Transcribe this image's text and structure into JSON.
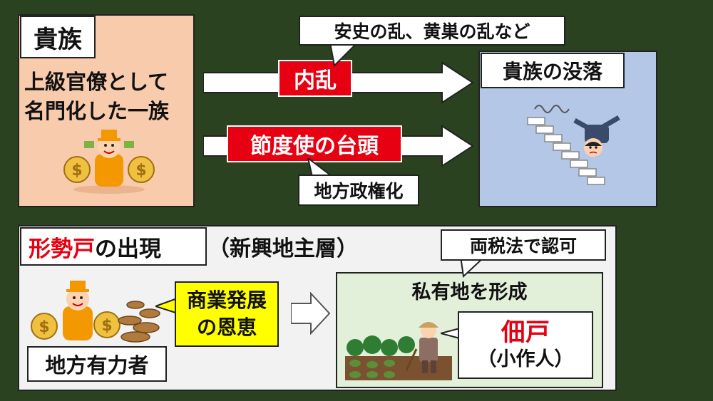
{
  "noble": {
    "title": "貴族",
    "desc_line1": "上級官僚として",
    "desc_line2": "名門化した一族"
  },
  "callouts": {
    "rebellion_note": "安史の乱、黄巣の乱など",
    "local_power": "地方政権化",
    "tax_note": "両税法で認可"
  },
  "arrows": {
    "civil_war": "内乱",
    "jiedushi": "節度使の台頭"
  },
  "decline": {
    "title": "貴族の没落"
  },
  "new_class": {
    "title_red": "形勢戸",
    "title_rest": "の出現",
    "subtitle": "（新興地主層）",
    "local_magnate": "地方有力者",
    "commerce_line1": "商業発展",
    "commerce_line2": "の恩恵",
    "private_land": "私有地を形成",
    "tenant": "佃戸",
    "tenant_sub": "（小作人）"
  },
  "colors": {
    "background": "#2b4221",
    "noble_panel": "#f8cbad",
    "decline_panel": "#b4c7e7",
    "new_class_panel": "#f2f2f2",
    "land_panel": "#e2efd9",
    "accent_red": "#e60012",
    "highlight_yellow": "#ffff00"
  }
}
